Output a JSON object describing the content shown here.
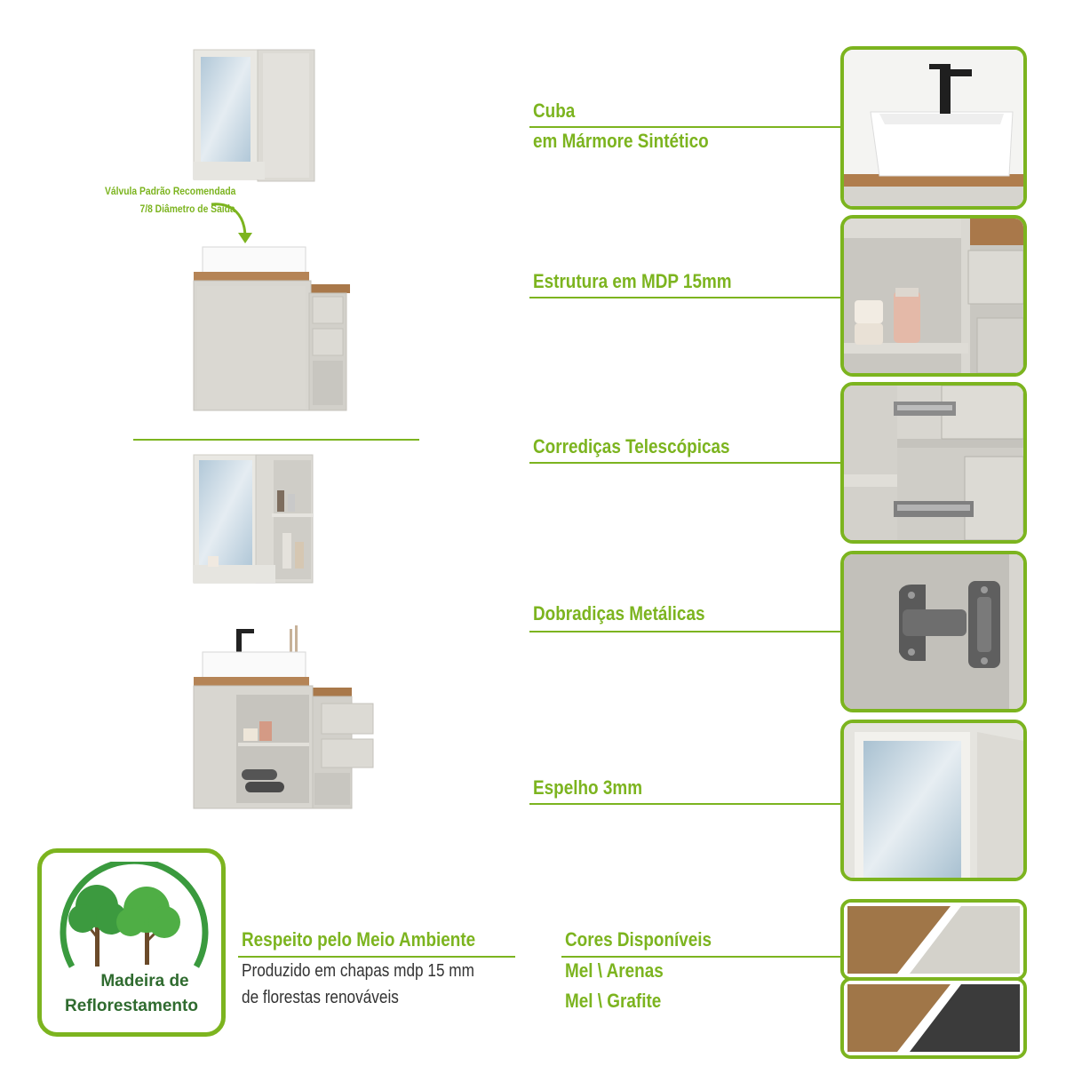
{
  "note": {
    "line1": "Válvula Padrão Recomendada",
    "line2": "7/8 Diâmetro de Saída"
  },
  "features": [
    {
      "title_line1": "Cuba",
      "title_line2": "em Mármore Sintético"
    },
    {
      "title_line1": "Estrutura em MDP 15mm"
    },
    {
      "title_line1": "Corrediças Telescópicas"
    },
    {
      "title_line1": "Dobradiças Metálicas"
    },
    {
      "title_line1": "Espelho 3mm"
    }
  ],
  "eco": {
    "title": "Respeito pelo Meio Ambiente",
    "text_line1": "Produzido em chapas mdp 15 mm",
    "text_line2": "de florestas renováveis",
    "badge_line1": "Madeira de",
    "badge_line2": "Reflorestamento"
  },
  "colors": {
    "title": "Cores Disponíveis",
    "option1": "Mel \\ Arenas",
    "option2": "Mel \\ Grafite",
    "mel": "#a07648",
    "arenas": "#d4d2cb",
    "grafite": "#3b3b3b",
    "accent": "#7cb41f"
  }
}
